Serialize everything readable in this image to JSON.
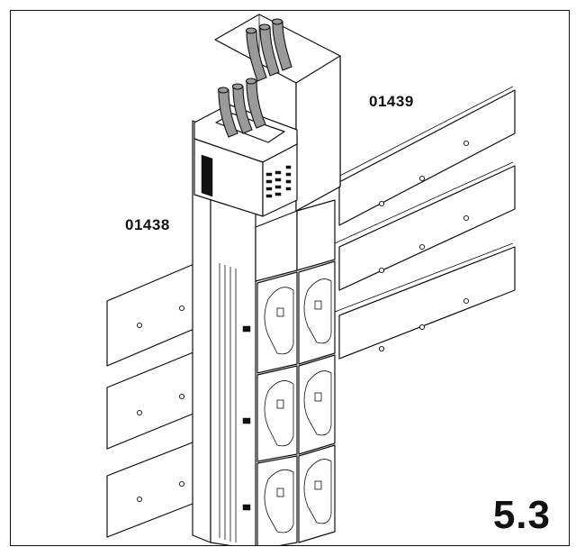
{
  "labels": {
    "part_left": "01438",
    "part_right": "01439"
  },
  "figure_number": "5.3"
}
